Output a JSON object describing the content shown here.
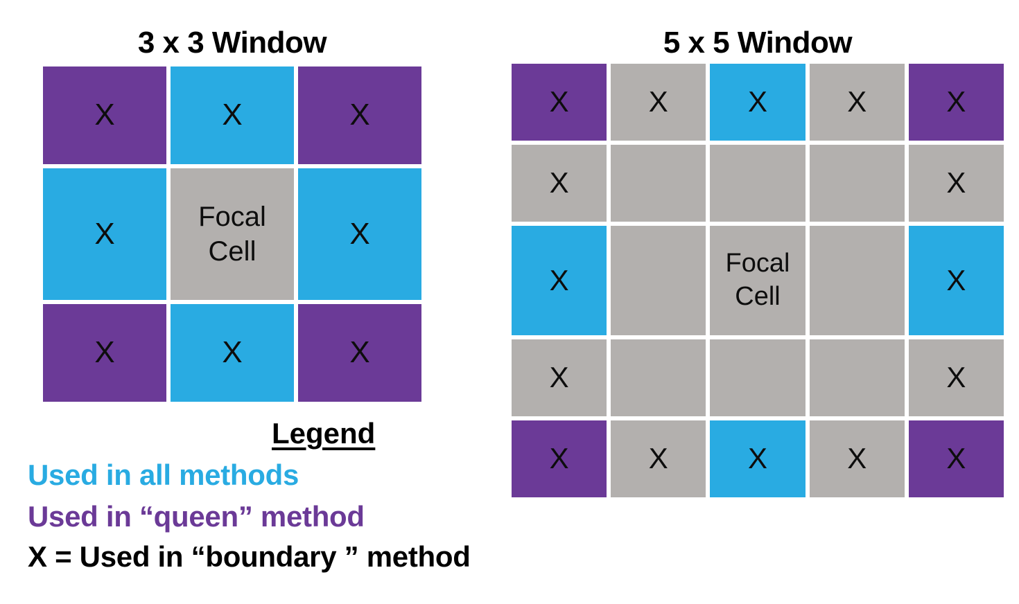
{
  "colors": {
    "all_methods_blue": "#29ABE2",
    "queen_purple": "#6B3A97",
    "neutral_gray": "#B3B0AE",
    "text_black": "#000000"
  },
  "windows": [
    {
      "title": "3 x 3 Window",
      "size": 3,
      "cells": [
        {
          "color": "queen_purple",
          "label": "X"
        },
        {
          "color": "all_methods_blue",
          "label": "X"
        },
        {
          "color": "queen_purple",
          "label": "X"
        },
        {
          "color": "all_methods_blue",
          "label": "X"
        },
        {
          "color": "neutral_gray",
          "label": "Focal\nCell",
          "focal": true
        },
        {
          "color": "all_methods_blue",
          "label": "X"
        },
        {
          "color": "queen_purple",
          "label": "X"
        },
        {
          "color": "all_methods_blue",
          "label": "X"
        },
        {
          "color": "queen_purple",
          "label": "X"
        }
      ]
    },
    {
      "title": "5 x 5 Window",
      "size": 5,
      "cells": [
        {
          "color": "queen_purple",
          "label": "X"
        },
        {
          "color": "neutral_gray",
          "label": "X"
        },
        {
          "color": "all_methods_blue",
          "label": "X"
        },
        {
          "color": "neutral_gray",
          "label": "X"
        },
        {
          "color": "queen_purple",
          "label": "X"
        },
        {
          "color": "neutral_gray",
          "label": "X"
        },
        {
          "color": "neutral_gray",
          "label": ""
        },
        {
          "color": "neutral_gray",
          "label": ""
        },
        {
          "color": "neutral_gray",
          "label": ""
        },
        {
          "color": "neutral_gray",
          "label": "X"
        },
        {
          "color": "all_methods_blue",
          "label": "X"
        },
        {
          "color": "neutral_gray",
          "label": ""
        },
        {
          "color": "neutral_gray",
          "label": "Focal\nCell",
          "focal": true
        },
        {
          "color": "neutral_gray",
          "label": ""
        },
        {
          "color": "all_methods_blue",
          "label": "X"
        },
        {
          "color": "neutral_gray",
          "label": "X"
        },
        {
          "color": "neutral_gray",
          "label": ""
        },
        {
          "color": "neutral_gray",
          "label": ""
        },
        {
          "color": "neutral_gray",
          "label": ""
        },
        {
          "color": "neutral_gray",
          "label": "X"
        },
        {
          "color": "queen_purple",
          "label": "X"
        },
        {
          "color": "neutral_gray",
          "label": "X"
        },
        {
          "color": "all_methods_blue",
          "label": "X"
        },
        {
          "color": "neutral_gray",
          "label": "X"
        },
        {
          "color": "queen_purple",
          "label": "X"
        }
      ]
    }
  ],
  "legend": {
    "title": "Legend",
    "items": [
      {
        "text": "Used in all methods",
        "color": "all_methods_blue"
      },
      {
        "text": "Used in “queen” method",
        "color": "queen_purple"
      },
      {
        "text": "X = Used in “boundary ” method",
        "color": "text_black"
      }
    ]
  }
}
